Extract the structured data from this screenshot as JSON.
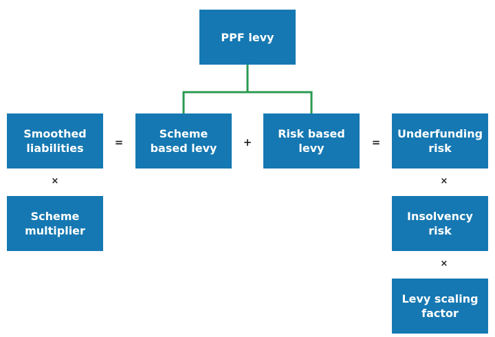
{
  "colors": {
    "box_fill": "#1578b2",
    "box_text": "#ffffff",
    "connector": "#2a9a52",
    "operator_text": "#222222"
  },
  "boxes": {
    "ppf_levy": "PPF levy",
    "smoothed_liabilities": "Smoothed liabilities",
    "scheme_based_levy": "Scheme based levy",
    "risk_based_levy": "Risk based levy",
    "underfunding_risk": "Underfunding risk",
    "scheme_multiplier": "Scheme multiplier",
    "insolvency_risk": "Insolvency risk",
    "levy_scaling_factor": "Levy scaling factor"
  },
  "operators": {
    "equals_left": "=",
    "plus": "+",
    "equals_right": "=",
    "times_left": "×",
    "times_right_1": "×",
    "times_right_2": "×"
  }
}
